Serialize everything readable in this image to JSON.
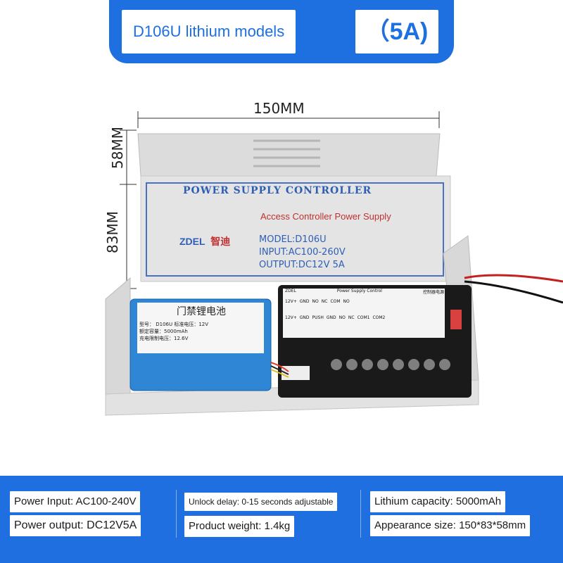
{
  "banner": {
    "model": "D106U lithium models",
    "current": "（5A)"
  },
  "dimensions": {
    "width": "150MM",
    "depth": "58MM",
    "height": "83MM"
  },
  "device": {
    "title": "POWER SUPPLY CONTROLLER",
    "subtitle": "Access Controller Power Supply",
    "brand": "ZDEL",
    "brand_cn": "智迪",
    "model": "MODEL:D106U",
    "input": "INPUT:AC100-260V",
    "output": "OUTPUT:DC12V 5A",
    "battery_label": {
      "title": "门禁锂电池",
      "line1": "型号： D106U 标准电压：12V",
      "line2": "额定容量：5000mAh",
      "line3": "充电限制电压：12.6V"
    },
    "board": {
      "brand": "ZDEL",
      "title": "Power Supply Control",
      "title_cn": "控制器电源",
      "row1": [
        "12V+",
        "GND",
        "NO",
        "NC",
        "COM",
        "NO"
      ],
      "row2": [
        "12V+",
        "GND",
        "PUSH",
        "GND",
        "NO",
        "NC",
        "COM1",
        "COM2"
      ]
    }
  },
  "specs": {
    "power_input": "Power Input: AC100-240V",
    "power_output": "Power output: DC12V5A",
    "unlock_delay": "Unlock delay: 0-15 seconds adjustable",
    "weight": "Product weight: 1.4kg",
    "capacity": "Lithium capacity: 5000mAh",
    "size": "Appearance size: 150*83*58mm"
  }
}
